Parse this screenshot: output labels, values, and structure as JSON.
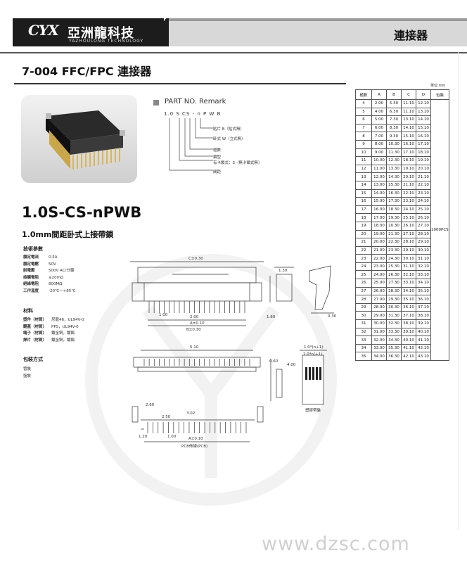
{
  "header": {
    "logo_text": "CYX",
    "brand_cn": "亞洲龍科技",
    "brand_en": "YAZHOULONG TECHNOLOGY",
    "section_label": "連接器"
  },
  "page_title": "7-004  FFC/FPC 連接器",
  "part_no": {
    "title": "PART NO. Remark",
    "code": "1.0 S CS - n P W B",
    "notes": [
      "貼片  B（貼式無）",
      "卧式  W（立式無）",
      "極數",
      "類型",
      "有卡鎖式：S（無卡鎖式無）",
      "間距"
    ]
  },
  "product": {
    "name": "1.0S-CS-nPWB",
    "subtitle": "1.0mm間距卧式上接帶鎖"
  },
  "specs": {
    "heading": "技術參數",
    "rows": [
      {
        "k": "額定電流",
        "v": "0.5A"
      },
      {
        "k": "額定電壓",
        "v": "50V"
      },
      {
        "k": "耐電壓",
        "v": "500V AC/分鐘"
      },
      {
        "k": "接觸電阻",
        "v": "≤20mΩ"
      },
      {
        "k": "絕緣電阻",
        "v": "800MΩ"
      },
      {
        "k": "工作溫度",
        "v": "-20℃～+85℃"
      }
    ]
  },
  "materials": {
    "heading": "材料",
    "rows": [
      {
        "k": "塑件（材質）",
        "v": "尼龍46，UL94V-0"
      },
      {
        "k": "翻蓋（材質）",
        "v": "PPS，UL94V-0"
      },
      {
        "k": "端子（材質）",
        "v": "鍍金銅，鍍錫"
      },
      {
        "k": "焊片（材質）",
        "v": "鍍金銅，鍍錫"
      }
    ]
  },
  "packing": {
    "heading": "包裝方式",
    "rows": [
      "管裝",
      "盤裝"
    ]
  },
  "table": {
    "unit": "單位:mm",
    "headers": [
      "極數",
      "A",
      "B",
      "C",
      "D",
      "包裝"
    ],
    "package": "1000PCS",
    "rows": [
      [
        "4",
        "2.00",
        "5.30",
        "11.10",
        "12.10"
      ],
      [
        "5",
        "4.00",
        "6.30",
        "11.10",
        "13.10"
      ],
      [
        "6",
        "5.00",
        "7.30",
        "13.10",
        "14.10"
      ],
      [
        "7",
        "6.00",
        "8.30",
        "14.10",
        "15.10"
      ],
      [
        "8",
        "7.00",
        "9.30",
        "15.10",
        "16.10"
      ],
      [
        "9",
        "8.00",
        "10.30",
        "16.10",
        "17.10"
      ],
      [
        "10",
        "9.00",
        "11.30",
        "17.10",
        "18.10"
      ],
      [
        "11",
        "10.00",
        "12.30",
        "18.10",
        "19.10"
      ],
      [
        "12",
        "11.00",
        "13.30",
        "19.10",
        "20.10"
      ],
      [
        "13",
        "12.00",
        "14.30",
        "20.10",
        "21.10"
      ],
      [
        "14",
        "13.00",
        "15.30",
        "21.10",
        "22.10"
      ],
      [
        "15",
        "14.00",
        "16.30",
        "22.10",
        "23.10"
      ],
      [
        "16",
        "15.00",
        "17.30",
        "23.10",
        "24.10"
      ],
      [
        "17",
        "16.00",
        "18.30",
        "24.10",
        "25.10"
      ],
      [
        "18",
        "17.00",
        "19.30",
        "25.10",
        "26.10"
      ],
      [
        "19",
        "18.00",
        "20.30",
        "26.10",
        "27.10"
      ],
      [
        "20",
        "19.00",
        "21.30",
        "27.10",
        "28.10"
      ],
      [
        "21",
        "20.00",
        "22.30",
        "28.10",
        "29.10"
      ],
      [
        "22",
        "21.00",
        "23.30",
        "29.10",
        "30.10"
      ],
      [
        "23",
        "22.00",
        "24.30",
        "30.10",
        "31.10"
      ],
      [
        "24",
        "23.00",
        "25.30",
        "31.10",
        "32.10"
      ],
      [
        "25",
        "24.00",
        "26.30",
        "32.10",
        "33.10"
      ],
      [
        "26",
        "25.00",
        "27.30",
        "33.10",
        "34.10"
      ],
      [
        "27",
        "26.00",
        "28.30",
        "34.10",
        "35.10"
      ],
      [
        "28",
        "27.00",
        "29.30",
        "35.10",
        "36.10"
      ],
      [
        "29",
        "28.00",
        "30.30",
        "36.10",
        "37.10"
      ],
      [
        "30",
        "29.00",
        "31.30",
        "37.10",
        "38.10"
      ],
      [
        "31",
        "30.00",
        "32.30",
        "38.10",
        "39.10"
      ],
      [
        "32",
        "31.00",
        "33.30",
        "39.10",
        "40.10"
      ],
      [
        "33",
        "32.00",
        "34.30",
        "40.10",
        "41.10"
      ],
      [
        "34",
        "33.00",
        "35.30",
        "41.10",
        "42.10"
      ],
      [
        "35",
        "34.00",
        "36.30",
        "42.10",
        "43.10"
      ]
    ]
  },
  "drawing": {
    "dim_top": "C±0.30",
    "dim_a": "A±0.10",
    "dim_b": "B±0.30",
    "pitch": "1.00",
    "dim_2_50": "2.50",
    "dim_1_20": "1.20",
    "dim_5_10": "5.10",
    "dim_4_00": "4.00",
    "dim_1_30": "1.30",
    "dim_2_60": "2.60",
    "dim_3_02": "3.02",
    "dim_2_00": "2.00",
    "dim_0_30": "0.30",
    "dim_0_60": "0.60",
    "dim_1_80": "1.80",
    "pcb_layout": "PCB佈線(PCB)",
    "tape_label": "塑膠帶盤",
    "tape_pitch": "1.0*(n+1)",
    "tape_note": "1.0*n(+1)"
  },
  "footer": {
    "watermark": "www.dzsc.com"
  }
}
